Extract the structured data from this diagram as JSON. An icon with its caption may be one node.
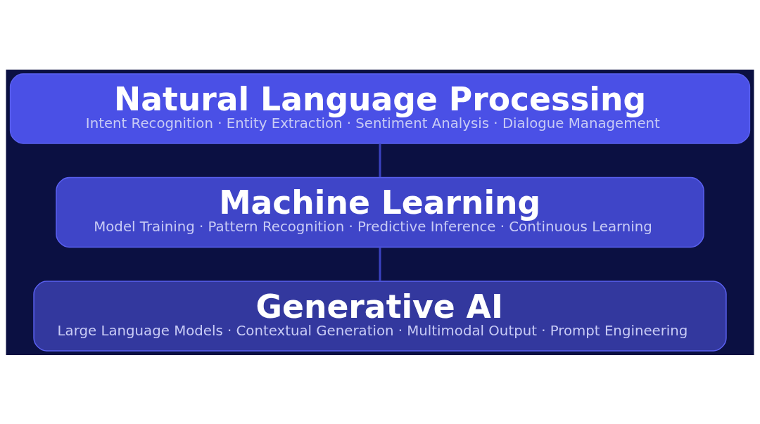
{
  "diagram": {
    "nodes": [
      {
        "text": [
          "Natural Language Processing",
          "Intent Recognition · Entity Extraction · Sentiment Analysis · Dialogue Management"
        ]
      },
      {
        "text": [
          "Machine Learning",
          "Model Training · Pattern Recognition · Predictive Inference · Continuous Learning"
        ]
      },
      {
        "text": [
          "Generative AI",
          "Large Language Models · Contextual Generation · Multimodal Output · Prompt Engineering"
        ]
      }
    ],
    "edges": [
      {
        "from": 0,
        "to": 1,
        "arrow": "none"
      },
      {
        "from": 1,
        "to": 2,
        "arrow": "none"
      }
    ]
  }
}
